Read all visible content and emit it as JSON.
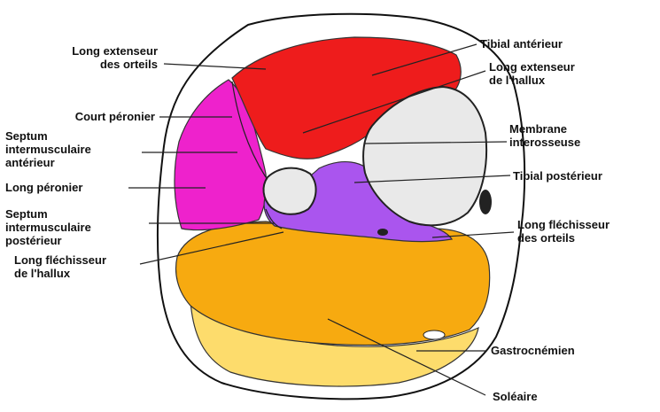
{
  "colors": {
    "anterior": "#ee1c1c",
    "lateral": "#ee22cc",
    "deep_posterior": "#aa55ee",
    "soleus": "#f7aa10",
    "gastrocnemius": "#fddc6c",
    "bone": "#e9e9e9",
    "outline": "#111111"
  },
  "labels": {
    "long_extenseur_orteils": [
      "Long extenseur",
      "des orteils"
    ],
    "court_peronier": [
      "Court péronier"
    ],
    "septum_anterieur": [
      "Septum",
      "intermusculaire",
      "antérieur"
    ],
    "long_peronier": [
      "Long péronier"
    ],
    "septum_posterieur": [
      "Septum",
      "intermusculaire",
      "postérieur"
    ],
    "long_flechisseur_hallux": [
      "Long fléchisseur",
      "de l'hallux"
    ],
    "tibial_anterieur": [
      "Tibial antérieur"
    ],
    "long_extenseur_hallux": [
      "Long extenseur",
      "de l'hallux"
    ],
    "membrane_interosseuse": [
      "Membrane",
      "interosseuse"
    ],
    "tibial_posterieur": [
      "Tibial postérieur"
    ],
    "long_flechisseur_orteils": [
      "Long fléchisseur",
      "des orteils"
    ],
    "gastrocnemien": [
      "Gastrocnémien"
    ],
    "soleaire": [
      "Soléaire"
    ]
  }
}
